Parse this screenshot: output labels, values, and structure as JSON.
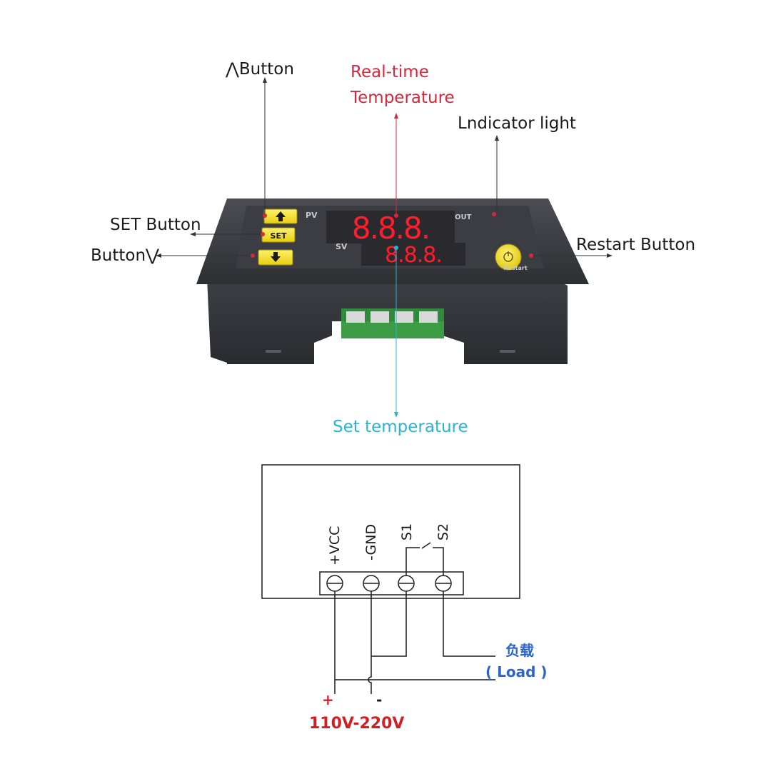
{
  "colors": {
    "realtime": "#d4283c",
    "set_temp": "#2bb4d2",
    "panel": "#3c3d42",
    "button_yellow": "#f4e21a",
    "digit_red": "#ff1e2c",
    "terminal_green": "#3d9b45",
    "load_blue": "#2c64c8",
    "supply_red": "#d01f25"
  },
  "callouts": {
    "up_button_icon": "⋀",
    "up_button": "Button",
    "realtime_line1": "Real-time",
    "realtime_line2": "Temperature",
    "indicator": "Lndicator light",
    "set_button": "SET Button",
    "down_button": "Button",
    "down_button_icon": "⋁",
    "restart_button": "Restart Button",
    "set_temperature": "Set temperature"
  },
  "device": {
    "pv_label": "PV",
    "sv_label": "SV",
    "out_label": "OUT",
    "set_key": "SET",
    "restart_label": "Restart",
    "pv_display": "8.8.8.",
    "sv_display": "8.8.8."
  },
  "wiring": {
    "terminals": [
      "+VCC",
      "-GND",
      "S1",
      "S2"
    ],
    "load_cn": "负载",
    "load_en": "( Load )",
    "plus": "+",
    "minus": "-",
    "voltage": "110V-220V"
  },
  "icons": [
    "arrow-up-icon",
    "arrow-down-icon",
    "power-icon",
    "switch-icon"
  ]
}
